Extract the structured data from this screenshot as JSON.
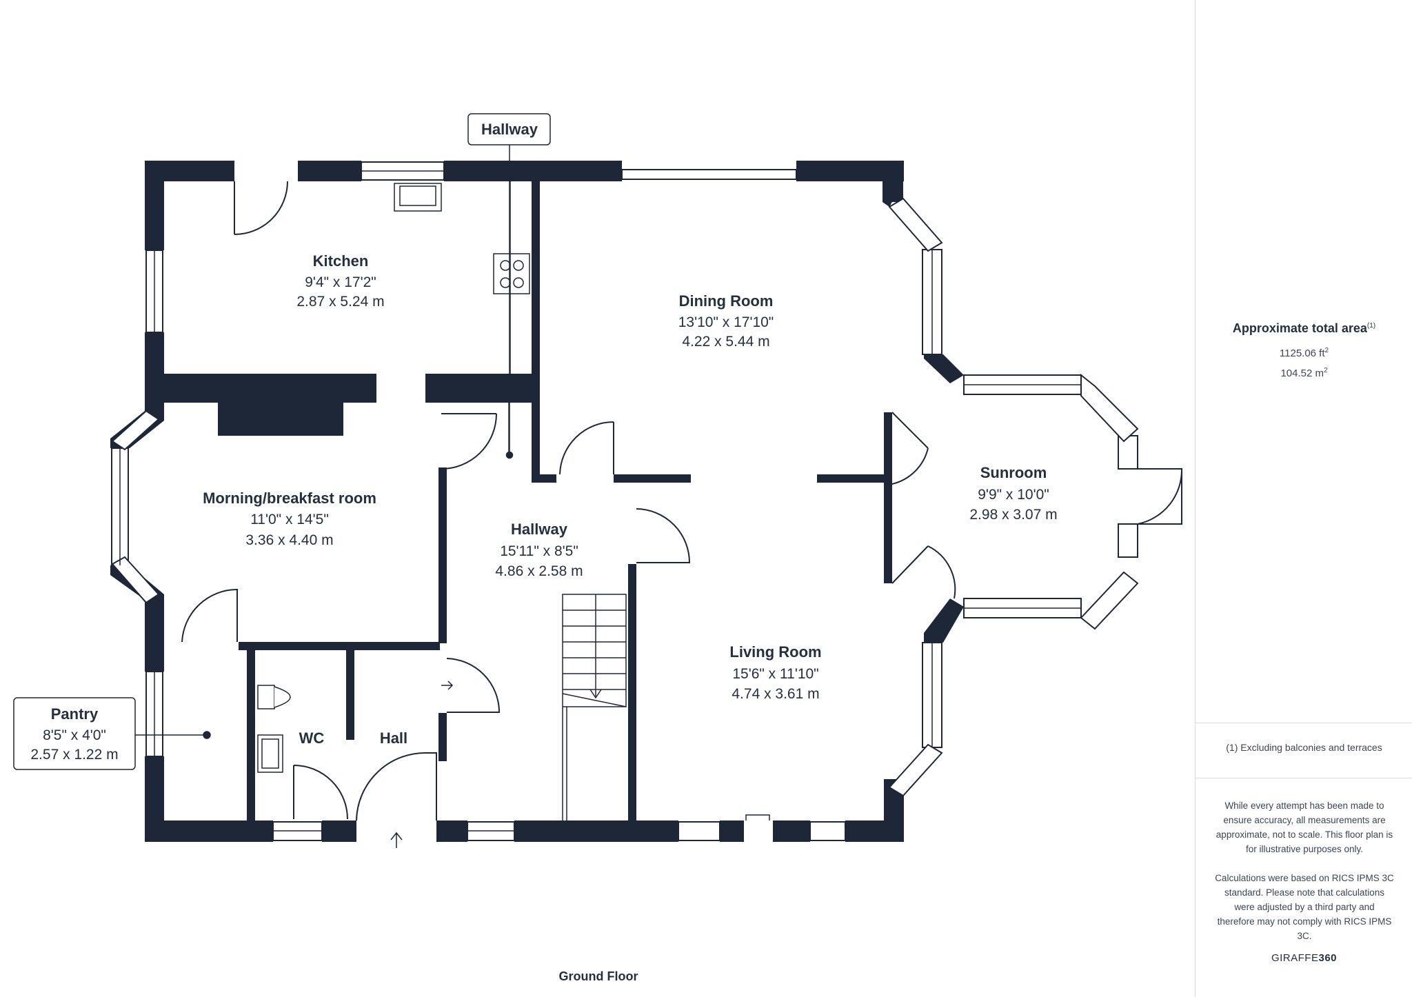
{
  "floor_label": "Ground Floor",
  "colors": {
    "wall": "#1d2738",
    "text": "#25303f",
    "muted": "#3b4553",
    "divider": "#d7dbe0"
  },
  "rooms": {
    "kitchen": {
      "name": "Kitchen",
      "imperial": "9'4\" x 17'2\"",
      "metric": "2.87 x 5.24 m"
    },
    "dining": {
      "name": "Dining Room",
      "imperial": "13'10\" x 17'10\"",
      "metric": "4.22 x 5.44 m"
    },
    "morning": {
      "name": "Morning/breakfast room",
      "imperial": "11'0\" x 14'5\"",
      "metric": "3.36 x 4.40 m"
    },
    "hallway": {
      "name": "Hallway",
      "imperial": "15'11\" x 8'5\"",
      "metric": "4.86 x 2.58 m"
    },
    "sunroom": {
      "name": "Sunroom",
      "imperial": "9'9\" x 10'0\"",
      "metric": "2.98 x 3.07 m"
    },
    "living": {
      "name": "Living Room",
      "imperial": "15'6\" x 11'10\"",
      "metric": "4.74 x 3.61 m"
    },
    "wc": {
      "name": "WC"
    },
    "hall": {
      "name": "Hall"
    }
  },
  "callouts": {
    "hallway_top": {
      "name": "Hallway"
    },
    "pantry": {
      "name": "Pantry",
      "imperial": "8'5\" x 4'0\"",
      "metric": "2.57 x 1.22 m"
    }
  },
  "sidebar": {
    "area_title": "Approximate total area",
    "area_footnote_mark": "(1)",
    "area_ft": "1125.06 ft",
    "area_m": "104.52 m",
    "sq": "2",
    "footnote": "(1) Excluding balconies and terraces",
    "disclaimer_1": "While every attempt has been made to ensure accuracy, all measurements are approximate, not to scale. This floor plan is for illustrative purposes only.",
    "disclaimer_2": "Calculations were based on RICS IPMS 3C standard. Please note that calculations were adjusted by a third party and therefore may not comply with RICS IPMS 3C.",
    "logo_light": "GIRAFFE",
    "logo_bold": "360"
  }
}
